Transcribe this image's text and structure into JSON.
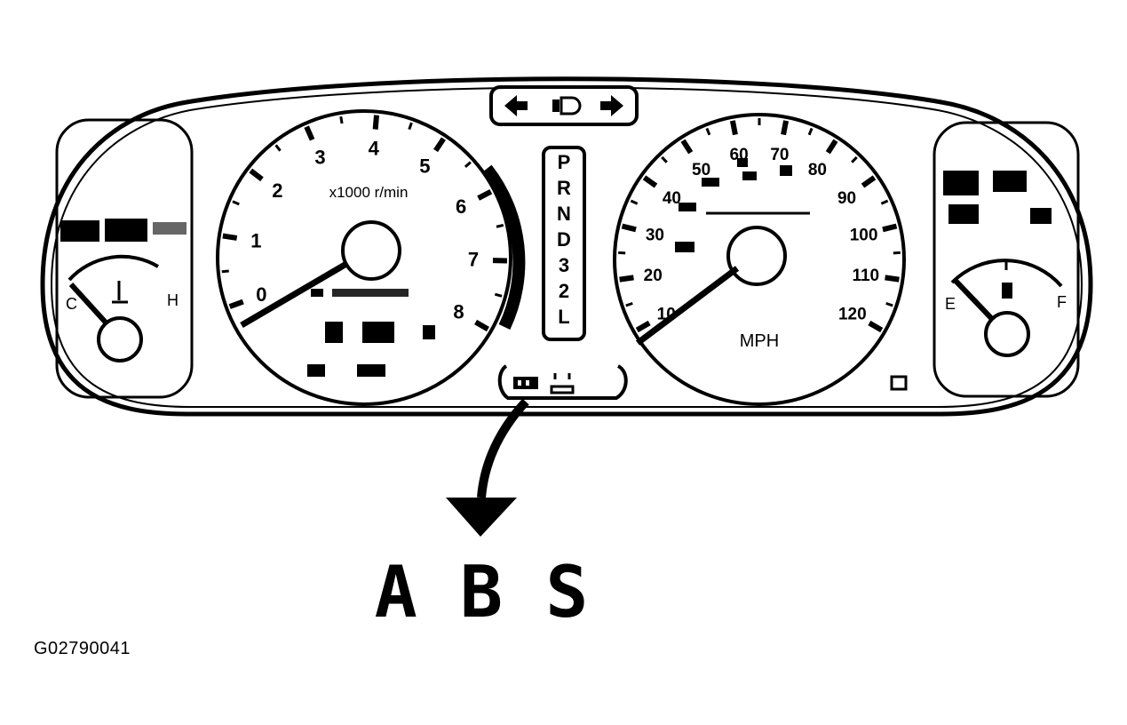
{
  "callout_label": "A B S",
  "figure_id": "G02790041",
  "tachometer": {
    "ticks": [
      "0",
      "1",
      "2",
      "3",
      "4",
      "5",
      "6",
      "7",
      "8"
    ],
    "unit": "x1000 r/min",
    "redzone_start": 6.5
  },
  "speedometer": {
    "ticks": [
      "10",
      "20",
      "30",
      "40",
      "50",
      "60",
      "70",
      "80",
      "90",
      "100",
      "110",
      "120"
    ],
    "unit": "MPH"
  },
  "gear_indicator": [
    "P",
    "R",
    "N",
    "D",
    "3",
    "2",
    "L"
  ],
  "temp_gauge": {
    "low": "C",
    "high": "H"
  },
  "fuel_gauge": {
    "low": "E",
    "high": "F"
  },
  "turn_signal": {
    "left": "←",
    "right": "→"
  },
  "icons": [
    "left-turn-arrow-icon",
    "headlight-icon",
    "right-turn-arrow-icon",
    "abs-warning-icon",
    "arrow-down-icon"
  ],
  "line_color": "#000000",
  "background_color": "#ffffff"
}
